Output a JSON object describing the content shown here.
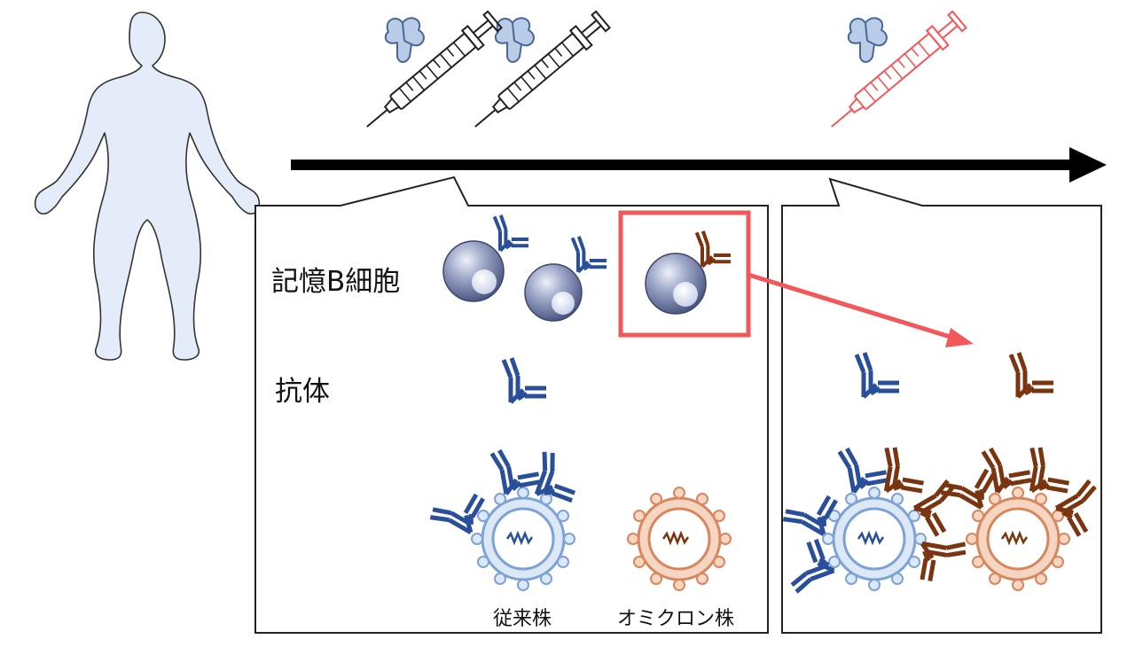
{
  "labels": {
    "memory_b_cells": "記憶B細胞",
    "antibodies": "抗体",
    "conventional_strain": "従来株",
    "omicron_strain": "オミクロン株"
  },
  "colors": {
    "conventional_antibody": "#2a4f9a",
    "omicron_antibody": "#7a3510",
    "highlight": "#f2575a",
    "timeline": "#000000",
    "human_fill": "#e3ecf8",
    "conventional_virus": "#7da2d6",
    "conventional_virus_fill": "#dde8f6",
    "omicron_virus": "#d9865d",
    "omicron_virus_fill": "#f5d6c2"
  },
  "icons": [
    "human-body-icon",
    "syringe-icon",
    "spike-protein-icon",
    "b-cell-icon",
    "antibody-icon",
    "virus-icon"
  ]
}
